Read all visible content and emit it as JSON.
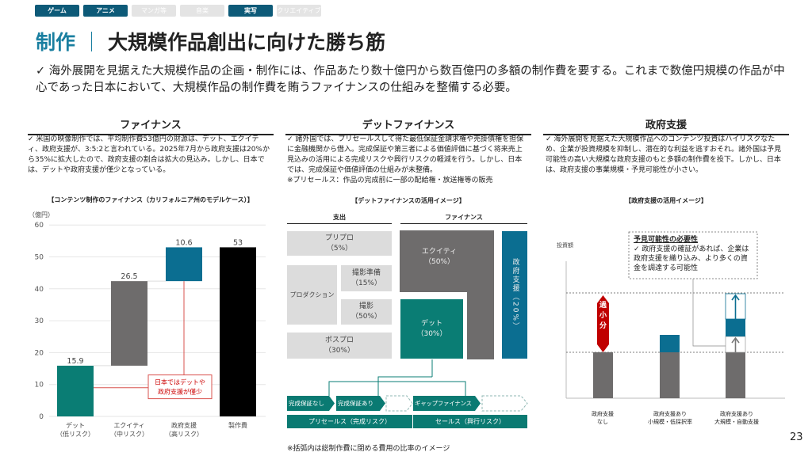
{
  "tags": [
    {
      "label": "ゲーム",
      "active": true
    },
    {
      "label": "アニメ",
      "active": true
    },
    {
      "label": "マンガ等",
      "active": false
    },
    {
      "label": "音楽",
      "active": false
    },
    {
      "label": "実写",
      "active": true
    },
    {
      "label": "クリエイティブ",
      "active": false
    }
  ],
  "header": {
    "category": "制作",
    "separator": "｜",
    "title": "大規模作品創出に向けた勝ち筋"
  },
  "lead": "✓ 海外展開を見据えた大規模作品の企画・制作には、作品あたり数十億円から数百億円の多額の制作費を要する。これまで数億円規模の作品が中心であった日本において、大規模作品の制作費を賄うファイナンスの仕組みを整備する必要。",
  "sections": {
    "finance": {
      "heading": "ファイナンス",
      "text": "✓ 米国の映像制作では、平均制作費53億円の財源は、デット、エクイティ、政府支援が、3:5:2と言われている。2025年7月から政府支援は20%から35%に拡大したので、政府支援の割合は拡大の見込み。しかし、日本では、デットや政府支援が僅少となっている。",
      "chart_title": "【コンテンツ制作のファイナンス（カリフォルニア州のモデルケース）】"
    },
    "debt": {
      "heading": "デットファイナンス",
      "text": "✓ 諸外国では、プリセールスして得た最低保証金請求権や売掛債権を担保に金融機関から借入。完成保証や第三者による価値評価に基づく将来売上見込みの活用による完成リスクや興行リスクの軽減を行う。しかし、日本では、完成保証や価値評価の仕組みが未整備。",
      "note": "※プリセールス：作品の完成前に一部の配給権・放送権等の販売",
      "image_title": "【デットファイナンスの活用イメージ】"
    },
    "gov": {
      "heading": "政府支援",
      "text": "✓ 海外展開を見据えた大規模作品へのコンテンツ投資はハイリスクなため、企業が投資規模を抑制し、潜在的な利益を逃すおそれ。諸外国は予見可能性の高い大規模な政府支援のもと多額の制作費を投下。しかし、日本は、政府支援の事業規模・予見可能性が小さい。",
      "image_title": "【政府支援の活用イメージ】"
    }
  },
  "chart_data": {
    "type": "bar",
    "subtype": "waterfall",
    "title": "【コンテンツ制作のファイナンス（カリフォルニア州のモデルケース）】",
    "ylabel": "（億円）",
    "ylim": [
      0,
      60
    ],
    "yticks": [
      "0",
      "10",
      "20",
      "30",
      "40",
      "50",
      "60"
    ],
    "categories": [
      "デット\n（低リスク）",
      "エクイティ\n（中リスク）",
      "政府支援\n（高リスク）",
      "製作費"
    ],
    "values": [
      15.9,
      26.5,
      10.6,
      53
    ],
    "bases": [
      0,
      15.9,
      42.4,
      0
    ],
    "labels": [
      "15.9",
      "26.5",
      "10.6",
      "53"
    ],
    "colors": [
      "#0a7d74",
      "#6e6c6c",
      "#0b6e91",
      "#000000"
    ],
    "annotation": "日本ではデットや政府支援が僅少"
  },
  "debt_image": {
    "expense_header": "支出",
    "finance_header": "ファイナンス",
    "expense": {
      "pre": "プリプロ\n（5%）",
      "production": "プロダクション",
      "prep": "撮影準備\n（15%）",
      "shoot": "撮影\n（50%）",
      "post": "ポスプロ\n（30%）"
    },
    "finance": {
      "equity": "エクイティ\n（50%）",
      "debt": "デット\n（30%）",
      "gov": "政府支援（20%）"
    },
    "arrows": [
      "完成保証なし",
      "完成保証あり",
      "ギャップファイナンス"
    ],
    "bands": [
      "プリセールス（完成リスク）",
      "セールス（興行リスク）"
    ],
    "footnote": "※括弧内は総制作費に閉める費用の比率のイメージ"
  },
  "gov_image": {
    "ylabel": "投資額",
    "shortfall": "過小分",
    "callout_title": "予見可能性の必要性",
    "callout_text": "✓ 政府支援の確証があれば、企業は政府支援を織り込み、より多くの資金を調達する可能性",
    "categories": [
      "政府支援\nなし",
      "政府支援あり\n小規模・低採択率",
      "政府支援あり\n大規模・自動支援"
    ]
  },
  "page_number": "23"
}
